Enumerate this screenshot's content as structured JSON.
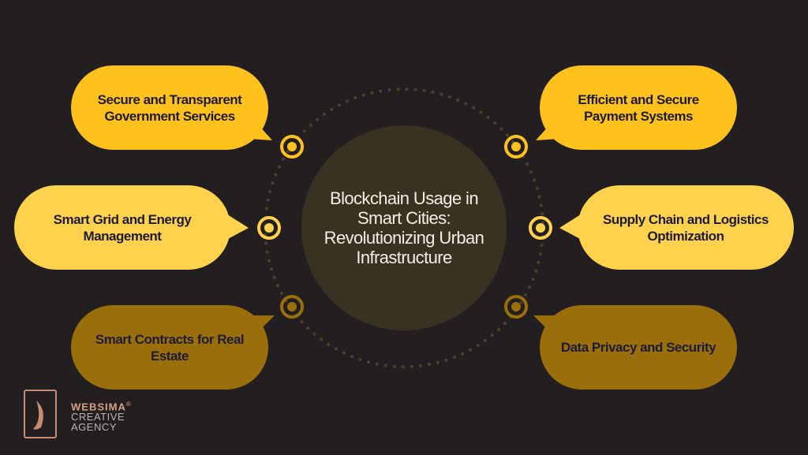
{
  "title": "Blockchain Usage in Smart Cities: Revolutionizing Urban Infrastructure",
  "items": [
    {
      "label": "Secure and Transparent Government Services",
      "color": "#ffc21c"
    },
    {
      "label": "Smart Grid and Energy Management",
      "color": "#ffd24d"
    },
    {
      "label": "Smart Contracts for Real Estate",
      "color": "#9a6e0a"
    },
    {
      "label": "Efficient and Secure Payment Systems",
      "color": "#ffc21c"
    },
    {
      "label": "Supply Chain and Logistics Optimization",
      "color": "#ffd24d"
    },
    {
      "label": "Data Privacy and Security",
      "color": "#9a6e0a"
    }
  ],
  "logo": {
    "name": "WEBSIMA",
    "reg": "®",
    "line2": "CREATIVE",
    "line3": "AGENCY"
  }
}
